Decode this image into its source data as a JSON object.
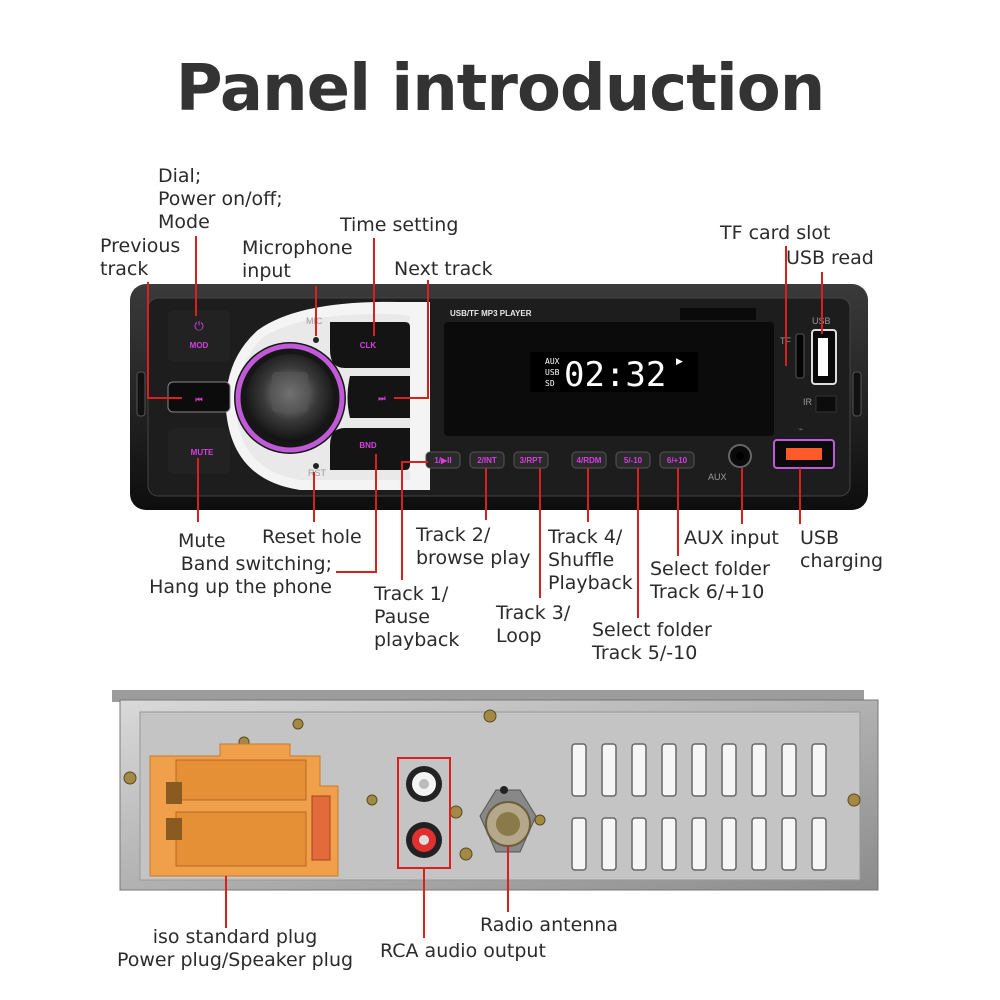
{
  "title": "Panel introduction",
  "front_panel": {
    "header": "USB/TF MP3 PLAYER",
    "lcd": {
      "sources": [
        "AUX",
        "USB",
        "SD"
      ],
      "time": "02:32"
    },
    "knob_labels": {
      "mic": "MIC",
      "rst": "RST"
    },
    "buttons": {
      "mod": "MOD",
      "clk": "CLK",
      "prev": "⏮",
      "next": "⏭",
      "bnd": "BND",
      "mute": "MUTE",
      "b1": "1/▶II",
      "b2": "2/INT",
      "b3": "3/RPT",
      "b4": "4/RDM",
      "b5": "5/-10",
      "b6": "6/+10"
    },
    "slot_labels": {
      "tf": "TF",
      "usb": "USB",
      "ir": "IR",
      "aux": "AUX"
    }
  },
  "labels": {
    "dial": "Dial;\nPower on/off;\nMode",
    "previous_track": "Previous\ntrack",
    "microphone": "Microphone\ninput",
    "time_setting": "Time setting",
    "next_track": "Next track",
    "tf_slot": "TF card slot",
    "usb_read": "USB read",
    "mute": "Mute",
    "band": "Band switching;\nHang up the phone",
    "reset": "Reset hole",
    "track1": "Track 1/\nPause\nplayback",
    "track2": "Track 2/\nbrowse play",
    "track3": "Track 3/\nLoop",
    "track4": "Track 4/\nShuffle\nPlayback",
    "track5": "Select folder\nTrack 5/-10",
    "track6": "Select folder\nTrack 6/+10",
    "aux": "AUX input",
    "usb_charging": "USB\ncharging",
    "iso": "iso standard plug\nPower plug/Speaker plug",
    "rca": "RCA audio output",
    "antenna": "Radio antenna"
  },
  "colors": {
    "leader": "#d8201c",
    "accent": "#d63fe0",
    "panel": "#1b1b1b",
    "orange": "#f0a04a",
    "usb_port": "#ff5a2a"
  }
}
